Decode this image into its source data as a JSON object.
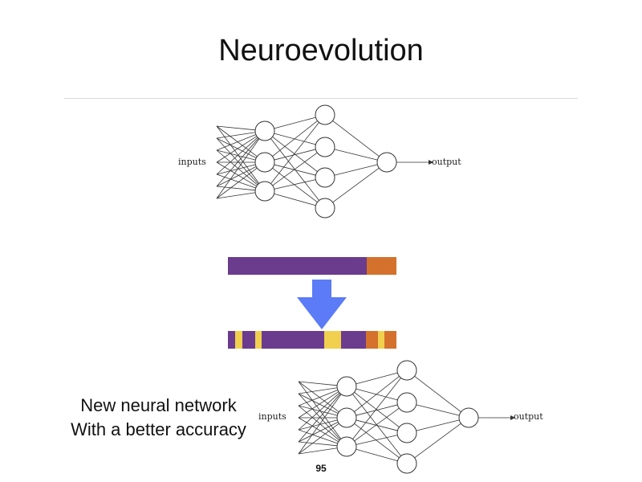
{
  "slide": {
    "title": "Neuroevolution",
    "page_number": "95"
  },
  "network_top": {
    "input_label": "inputs",
    "output_label": "output"
  },
  "network_bottom": {
    "input_label": "inputs",
    "output_label": "output"
  },
  "genome_before": {
    "segments": [
      {
        "color": "#6b3b8e",
        "fraction": 0.826
      },
      {
        "color": "#d4712c",
        "fraction": 0.174
      }
    ]
  },
  "genome_after": {
    "segments": [
      {
        "color": "#6b3b8e",
        "fraction": 0.045
      },
      {
        "color": "#f0d04e",
        "fraction": 0.04
      },
      {
        "color": "#6b3b8e",
        "fraction": 0.075
      },
      {
        "color": "#f0d04e",
        "fraction": 0.04
      },
      {
        "color": "#6b3b8e",
        "fraction": 0.37
      },
      {
        "color": "#f0d04e",
        "fraction": 0.1
      },
      {
        "color": "#6b3b8e",
        "fraction": 0.15
      },
      {
        "color": "#d4712c",
        "fraction": 0.07
      },
      {
        "color": "#f0d04e",
        "fraction": 0.04
      },
      {
        "color": "#d4712c",
        "fraction": 0.07
      }
    ]
  },
  "mutation_arrow": {
    "color": "#5b7cf6",
    "icon": "down-arrow-icon"
  },
  "caption": {
    "line1": "New neural network",
    "line2": "With a better accuracy"
  }
}
